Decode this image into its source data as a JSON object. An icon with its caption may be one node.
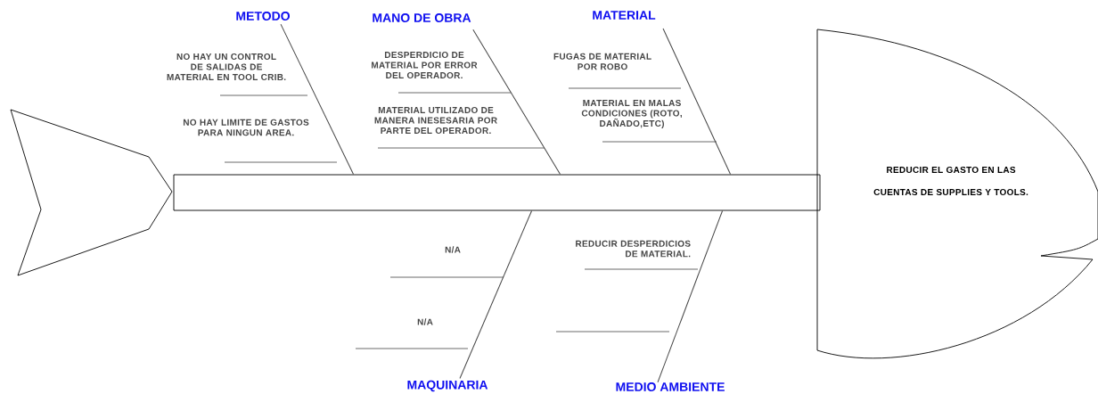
{
  "diagram": {
    "nodes": [
      {
        "text": [
          "METODO"
        ]
      },
      {
        "text": [
          "MANO DE OBRA"
        ]
      },
      {
        "text": [
          "MATERIAL"
        ]
      },
      {
        "text": [
          "REDUCIR EL GASTO EN LAS CUENTAS DE SUPPLIES Y TOOLS."
        ]
      },
      {
        "text": [],
        "shape": "bar"
      },
      {
        "text": [
          "MAQUINARIA"
        ]
      },
      {
        "text": [
          "MEDIO AMBIENTE"
        ]
      }
    ],
    "edges": [
      {
        "from": 0,
        "to": 4,
        "arrow": "none"
      },
      {
        "from": 1,
        "to": 4,
        "arrow": "none"
      },
      {
        "from": 2,
        "to": 4,
        "arrow": "none"
      },
      {
        "from": 5,
        "to": 4,
        "arrow": "none"
      },
      {
        "from": 6,
        "to": 4,
        "arrow": "none"
      }
    ],
    "labels": [
      "NO HAY UN CONTROL DE SALIDAS DE MATERIAL EN TOOL CRIB.",
      "DESPERDICIO DE MATERIAL POR ERROR DEL OPERADOR.",
      "FUGAS DE MATERIAL POR ROBO",
      "MATERIAL EN MALAS CONDICIONES (ROTO, DAÑADO,ETC)",
      "NO HAY LIMITE DE GASTOS PARA NINGUN AREA.",
      "MATERIAL UTILIZADO DE MANERA INESESARIA POR PARTE DEL OPERADOR.",
      "N/A",
      "REDUCIR DESPERDICIOS DE MATERIAL.",
      "N/A"
    ]
  }
}
